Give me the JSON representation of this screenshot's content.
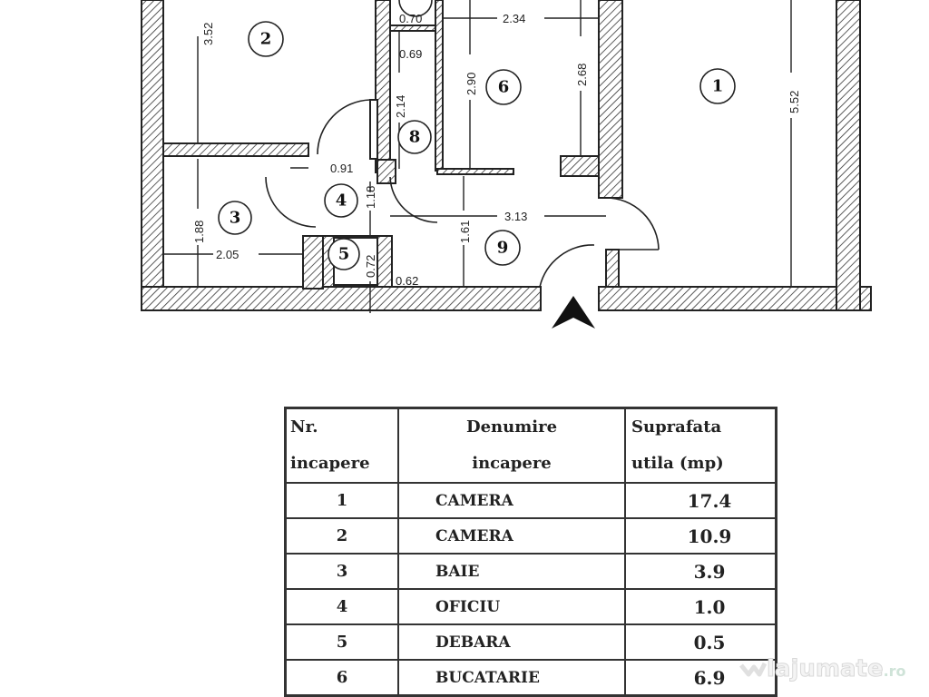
{
  "floor_plan": {
    "rooms": [
      {
        "nr": "1",
        "label": "1"
      },
      {
        "nr": "2",
        "label": "2"
      },
      {
        "nr": "3",
        "label": "3"
      },
      {
        "nr": "4",
        "label": "4"
      },
      {
        "nr": "5",
        "label": "5"
      },
      {
        "nr": "6",
        "label": "6"
      },
      {
        "nr": "8",
        "label": "8"
      },
      {
        "nr": "9",
        "label": "9"
      }
    ],
    "dimensions": {
      "room2_height": "3.52",
      "room1_height": "5.52",
      "room6_width": "2.34",
      "room6_height_left": "2.90",
      "room6_height_right": "2.68",
      "room8_width_top": "0.70",
      "room8_width": "0.69",
      "room8_height": "2.14",
      "room3_height": "1.88",
      "room3_width": "2.05",
      "room4_width": "0.91",
      "room4_height": "1.18",
      "room5_height": "0.72",
      "room5_width": "0.62",
      "room9_width": "3.13",
      "room9_height": "1.61"
    },
    "entrance_icon": "entrance-arrow-icon"
  },
  "table": {
    "headers": {
      "nr_line1": "Nr.",
      "nr_line2": "incapere",
      "name_line1": "Denumire",
      "name_line2": "incapere",
      "area_line1": "Suprafata",
      "area_line2": "utila  (mp)"
    },
    "rows": [
      {
        "nr": "1",
        "name": "CAMERA",
        "area": "17.4"
      },
      {
        "nr": "2",
        "name": "CAMERA",
        "area": "10.9"
      },
      {
        "nr": "3",
        "name": "BAIE",
        "area": "3.9"
      },
      {
        "nr": "4",
        "name": "OFICIU",
        "area": "1.0"
      },
      {
        "nr": "5",
        "name": "DEBARA",
        "area": "0.5"
      },
      {
        "nr": "6",
        "name": "BUCATARIE",
        "area": "6.9"
      }
    ]
  },
  "watermark": {
    "text": "lajumate",
    "suffix": ".ro"
  }
}
